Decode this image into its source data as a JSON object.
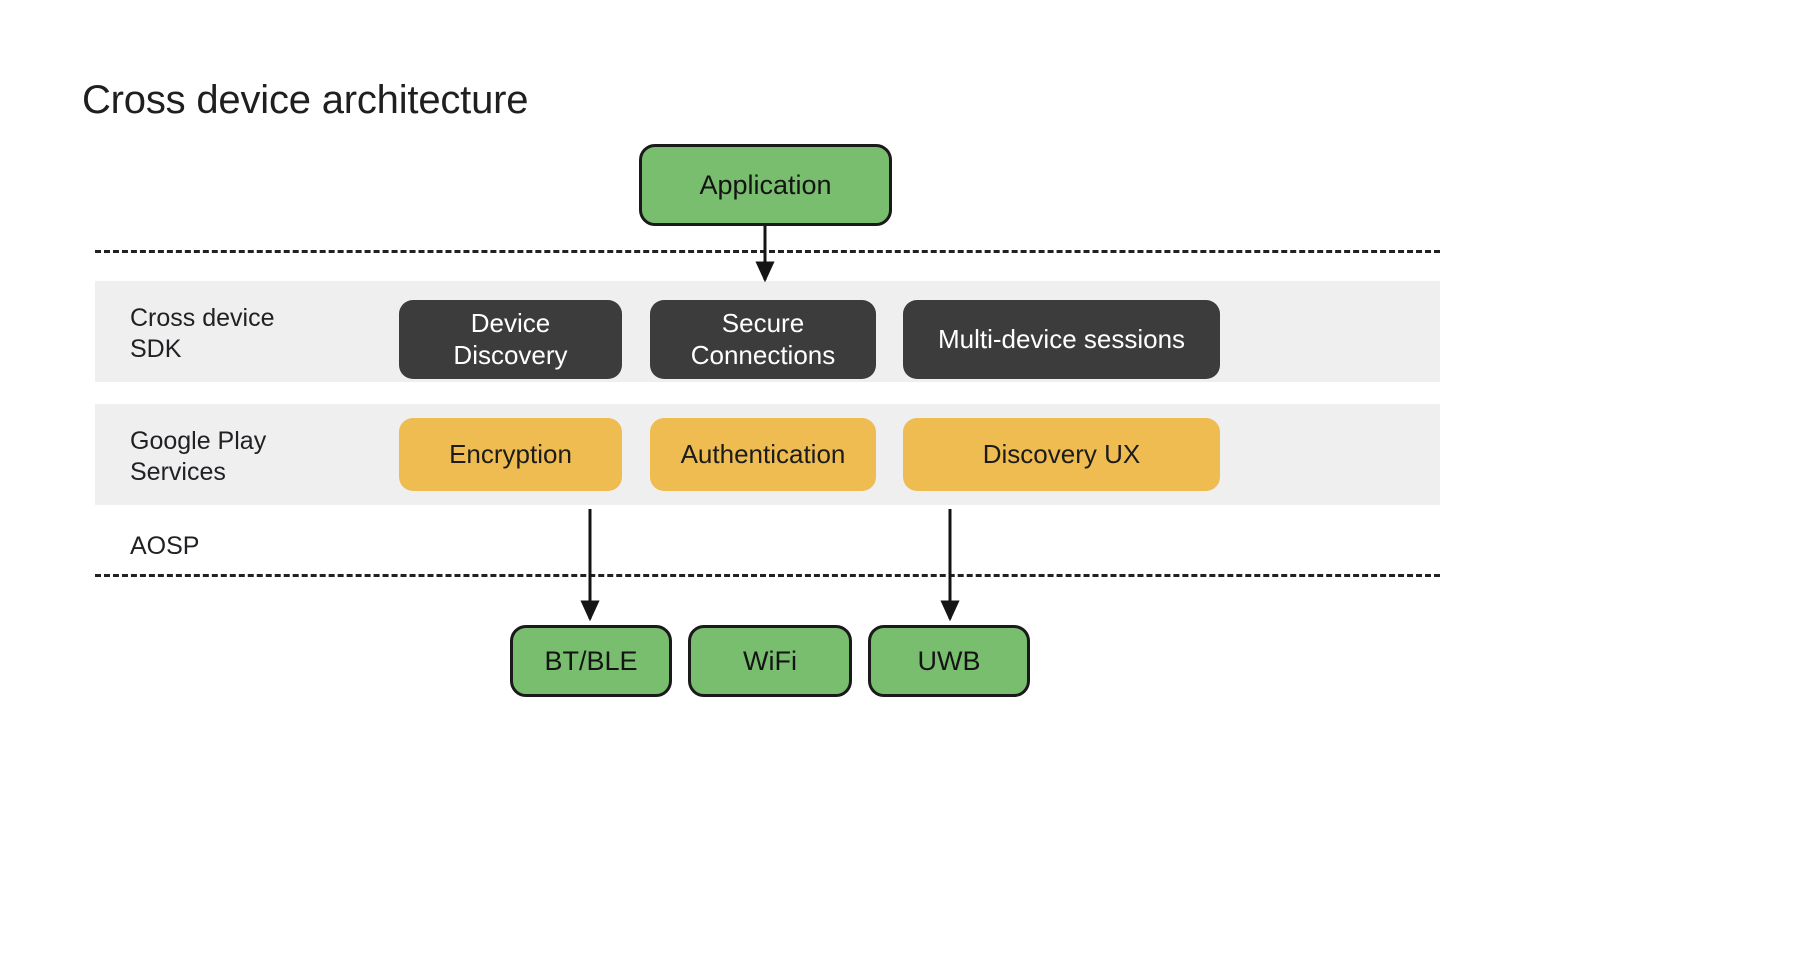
{
  "title": "Cross device architecture",
  "colors": {
    "green": "#79bd6e",
    "dark": "#3c3c3c",
    "amber": "#efbc52",
    "band": "#efefef",
    "stroke": "#1a1a1a",
    "background": "#ffffff"
  },
  "top": {
    "application": "Application"
  },
  "layers": [
    {
      "label": "Cross device\nSDK",
      "style": "dark",
      "items": [
        {
          "label": "Device\nDiscovery"
        },
        {
          "label": "Secure\nConnections"
        },
        {
          "label": "Multi-device sessions"
        }
      ]
    },
    {
      "label": "Google Play\nServices",
      "style": "amber",
      "items": [
        {
          "label": "Encryption"
        },
        {
          "label": "Authentication"
        },
        {
          "label": "Discovery UX"
        }
      ]
    },
    {
      "label": "AOSP",
      "style": "none",
      "items": []
    }
  ],
  "transports": [
    {
      "label": "BT/BLE"
    },
    {
      "label": "WiFi"
    },
    {
      "label": "UWB"
    }
  ],
  "arrows": [
    {
      "from": "Application",
      "to": "Secure Connections"
    },
    {
      "from": "Encryption",
      "to": "BT/BLE"
    },
    {
      "from": "Discovery UX",
      "to": "UWB"
    }
  ]
}
